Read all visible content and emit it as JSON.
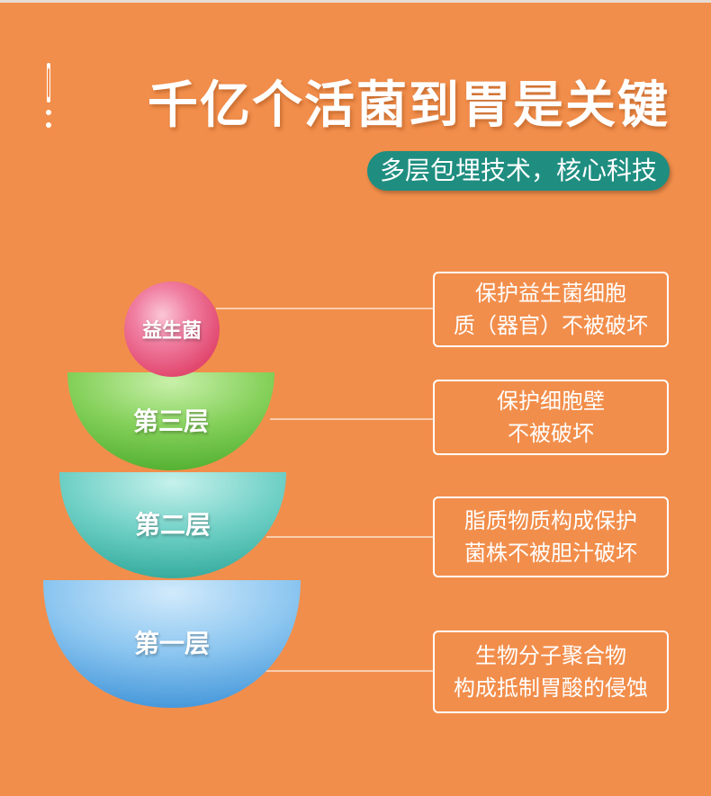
{
  "title": "千亿个活菌到胃是关键",
  "subtitle": "多层包埋技术，核心科技",
  "layers": [
    {
      "label": "益生菌",
      "desc_lines": [
        "保护益生菌细胞",
        "质（器官）不被破坏"
      ]
    },
    {
      "label": "第三层",
      "desc_lines": [
        "保护细胞壁",
        "不被破坏"
      ]
    },
    {
      "label": "第二层",
      "desc_lines": [
        "脂质物质构成保护",
        "菌株不被胆汁破坏"
      ]
    },
    {
      "label": "第一层",
      "desc_lines": [
        "生物分子聚合物",
        "构成抵制胃酸的侵蚀"
      ]
    }
  ],
  "colors": {
    "background": "#F28E4B",
    "subtitle_bg": "#1F8E80",
    "ball": "#E9527C",
    "layer3": "#63BC3E",
    "layer2": "#3EB8AA",
    "layer1": "#52A2E0"
  }
}
